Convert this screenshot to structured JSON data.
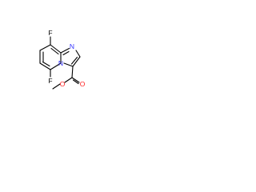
{
  "structure": {
    "atoms": [
      {
        "symbol": "F",
        "color": "#000000"
      },
      {
        "symbol": "N",
        "color": "#3333ff"
      },
      {
        "symbol": "N",
        "color": "#3333ff"
      },
      {
        "symbol": "F",
        "color": "#000000"
      },
      {
        "symbol": "O",
        "color": "#ff2020"
      },
      {
        "symbol": "O",
        "color": "#ff2020"
      }
    ]
  }
}
